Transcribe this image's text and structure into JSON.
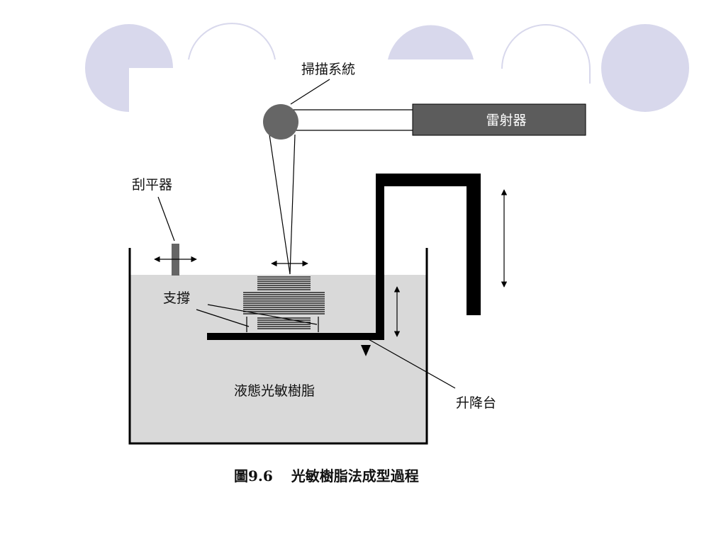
{
  "labels": {
    "scanning_system": "掃描系統",
    "laser": "雷射器",
    "recoater": "刮平器",
    "support": "支撐",
    "liquid_resin": "液態光敏樹脂",
    "elevator": "升降台"
  },
  "caption": {
    "figure_number": "圖9.6",
    "title": "光敏樹脂法成型過程"
  },
  "colors": {
    "decor_circle": "#d8d8ec",
    "resin": "#d9d9d9",
    "laser_box": "#5c5c5c",
    "scanner": "#666666",
    "stroke": "#000000"
  }
}
